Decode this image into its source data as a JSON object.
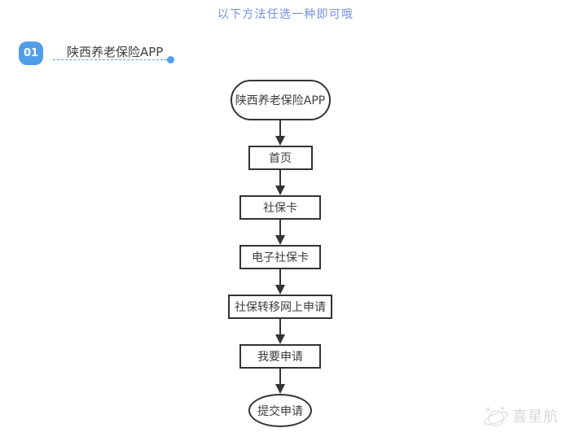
{
  "header": {
    "title": "以下方法任选一种即可哦",
    "title_color": "#7191E8"
  },
  "section": {
    "badge": "01",
    "heading": "陕西养老保险APP",
    "accent_color": "#519EE8"
  },
  "flowchart": {
    "border_color": "#333333",
    "connector": "arrow-down",
    "nodes": [
      {
        "label": "陕西养老保险APP",
        "shape": "stadium"
      },
      {
        "label": "首页",
        "shape": "rect"
      },
      {
        "label": "社保卡",
        "shape": "rect"
      },
      {
        "label": "电子社保卡",
        "shape": "rect"
      },
      {
        "label": "社保转移网上申请",
        "shape": "rect"
      },
      {
        "label": "我要申请",
        "shape": "rect"
      },
      {
        "label": "提交申请",
        "shape": "ellipse"
      }
    ]
  },
  "watermark": {
    "icon": "planet-doodle-icon",
    "text": "喜星航",
    "color": "#D9D9D9"
  }
}
